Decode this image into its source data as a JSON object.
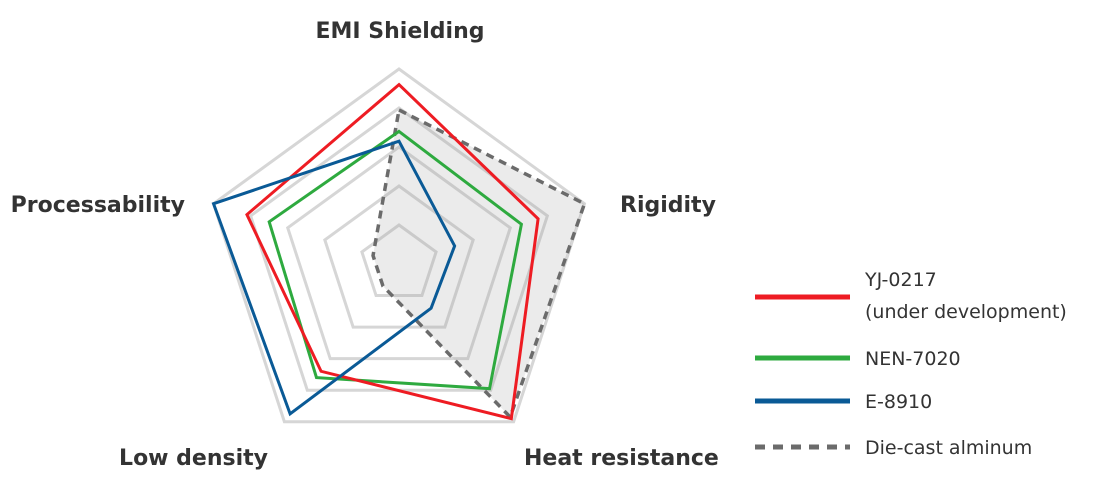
{
  "chart_data": {
    "type": "radar",
    "axes": [
      "EMI Shielding",
      "Rigidity",
      "Heat resistance",
      "Low density",
      "Processability"
    ],
    "scale_max": 5,
    "grid_levels": [
      1,
      2,
      3,
      4,
      5
    ],
    "grid": true,
    "legend_position": "right",
    "series": [
      {
        "name": "YJ-0217",
        "name_line2": "(under development)",
        "color": "#ee1c23",
        "style": "solid",
        "values": [
          4.6,
          3.75,
          4.9,
          3.4,
          4.1
        ]
      },
      {
        "name": "NEN-7020",
        "color": "#2eaa3f",
        "style": "solid",
        "values": [
          3.4,
          3.3,
          3.95,
          3.6,
          3.5
        ]
      },
      {
        "name": "E-8910",
        "color": "#0a5a96",
        "style": "solid",
        "values": [
          3.15,
          1.5,
          1.4,
          4.75,
          5.0
        ]
      },
      {
        "name": "Die-cast alminum",
        "color": "#6b6b6b",
        "style": "dashed",
        "filled": true,
        "values": [
          3.95,
          5.0,
          4.85,
          0.7,
          0.7
        ]
      }
    ]
  }
}
